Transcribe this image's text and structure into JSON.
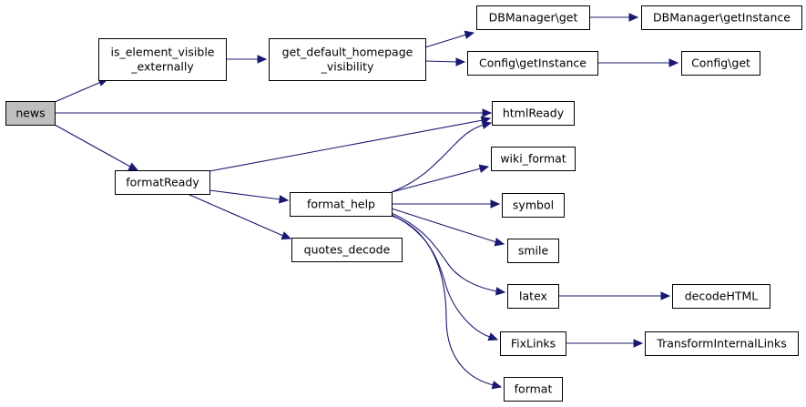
{
  "graph": {
    "nodes": [
      {
        "id": "news",
        "lines": [
          "news"
        ],
        "highlighted": true
      },
      {
        "id": "is_element_visible_externally",
        "lines": [
          "is_element_visible",
          "_externally"
        ]
      },
      {
        "id": "get_default_homepage_visibility",
        "lines": [
          "get_default_homepage",
          "_visibility"
        ]
      },
      {
        "id": "dbmanager_get",
        "lines": [
          "DBManager\\get"
        ]
      },
      {
        "id": "dbmanager_getinstance",
        "lines": [
          "DBManager\\getInstance"
        ]
      },
      {
        "id": "config_getinstance",
        "lines": [
          "Config\\getInstance"
        ]
      },
      {
        "id": "config_get",
        "lines": [
          "Config\\get"
        ]
      },
      {
        "id": "htmlready",
        "lines": [
          "htmlReady"
        ]
      },
      {
        "id": "formatready",
        "lines": [
          "formatReady"
        ]
      },
      {
        "id": "wiki_format",
        "lines": [
          "wiki_format"
        ]
      },
      {
        "id": "format_help",
        "lines": [
          "format_help"
        ]
      },
      {
        "id": "symbol",
        "lines": [
          "symbol"
        ]
      },
      {
        "id": "quotes_decode",
        "lines": [
          "quotes_decode"
        ]
      },
      {
        "id": "smile",
        "lines": [
          "smile"
        ]
      },
      {
        "id": "latex",
        "lines": [
          "latex"
        ]
      },
      {
        "id": "decodehtml",
        "lines": [
          "decodeHTML"
        ]
      },
      {
        "id": "fixlinks",
        "lines": [
          "FixLinks"
        ]
      },
      {
        "id": "transforminternallinks",
        "lines": [
          "TransformInternalLinks"
        ]
      },
      {
        "id": "format",
        "lines": [
          "format"
        ]
      }
    ],
    "edges": [
      {
        "from": "news",
        "to": "is_element_visible_externally"
      },
      {
        "from": "news",
        "to": "htmlready"
      },
      {
        "from": "news",
        "to": "formatready"
      },
      {
        "from": "is_element_visible_externally",
        "to": "get_default_homepage_visibility"
      },
      {
        "from": "get_default_homepage_visibility",
        "to": "dbmanager_get"
      },
      {
        "from": "get_default_homepage_visibility",
        "to": "config_getinstance"
      },
      {
        "from": "dbmanager_get",
        "to": "dbmanager_getinstance"
      },
      {
        "from": "config_getinstance",
        "to": "config_get"
      },
      {
        "from": "formatready",
        "to": "htmlready"
      },
      {
        "from": "formatready",
        "to": "format_help"
      },
      {
        "from": "formatready",
        "to": "quotes_decode"
      },
      {
        "from": "format_help",
        "to": "htmlready"
      },
      {
        "from": "format_help",
        "to": "wiki_format"
      },
      {
        "from": "format_help",
        "to": "symbol"
      },
      {
        "from": "format_help",
        "to": "smile"
      },
      {
        "from": "format_help",
        "to": "latex"
      },
      {
        "from": "format_help",
        "to": "fixlinks"
      },
      {
        "from": "format_help",
        "to": "format"
      },
      {
        "from": "latex",
        "to": "decodehtml"
      },
      {
        "from": "fixlinks",
        "to": "transforminternallinks"
      }
    ]
  },
  "colors": {
    "edge": "#191970",
    "node_fill": "#ffffff",
    "node_border": "#000000",
    "highlight_fill": "#bfbfbf"
  }
}
